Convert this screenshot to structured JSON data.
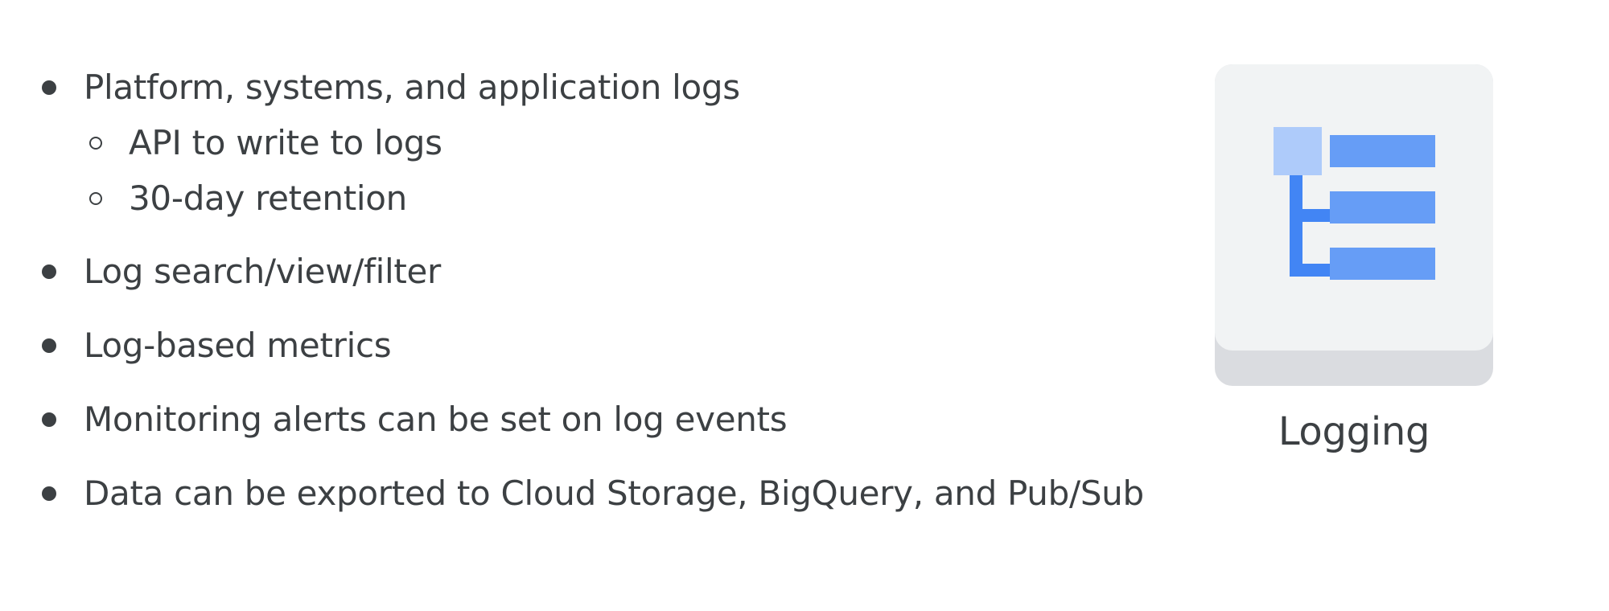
{
  "bullets": [
    {
      "text": "Platform, systems, and application logs",
      "sub": [
        "API to write to logs",
        "30-day retention"
      ]
    },
    {
      "text": "Log search/view/filter"
    },
    {
      "text": "Log-based metrics"
    },
    {
      "text": "Monitoring alerts can be set on log events"
    },
    {
      "text": "Data can be exported to Cloud Storage, BigQuery, and Pub/Sub"
    }
  ],
  "product": {
    "name": "Logging",
    "icon": "logging-icon",
    "colors": {
      "square": "#aecbfa",
      "bars": "#669df6",
      "connector": "#4285f4",
      "card": "#f1f3f4",
      "card_shadow": "#dadce0"
    }
  }
}
